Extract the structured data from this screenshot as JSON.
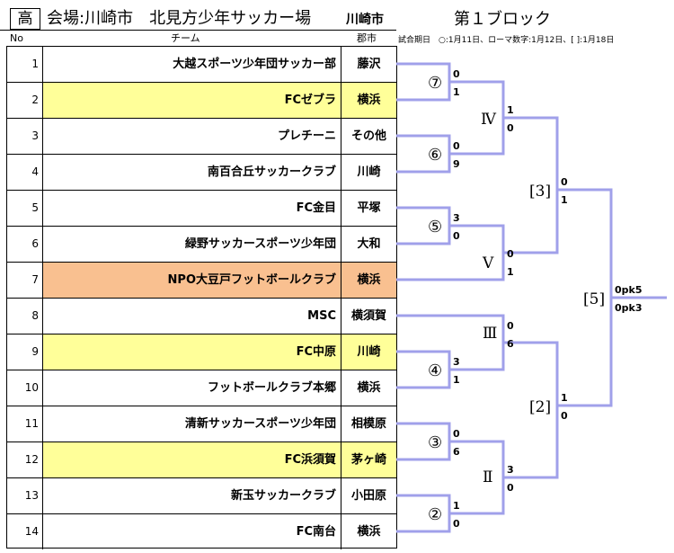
{
  "header": {
    "box_label": "高",
    "title": "会場:川崎市　北見方少年サッカー場",
    "city": "川崎市",
    "block": "第１ブロック"
  },
  "columns": {
    "no": "No",
    "team": "チーム",
    "city": "郡市"
  },
  "legend": "試合期日　○:1月11日、ローマ数字:1月12日、[ ]:1月18日",
  "colors": {
    "highlight_yellow": "#ffff99",
    "highlight_orange": "#f9c090",
    "bracket_line": "#a0a0ea"
  },
  "teams": [
    {
      "no": "1",
      "name": "大越スポーツ少年団サッカー部",
      "city": "藤沢",
      "highlight": "none"
    },
    {
      "no": "2",
      "name": "FCゼブラ",
      "city": "横浜",
      "highlight": "yellow"
    },
    {
      "no": "3",
      "name": "プレチーニ",
      "city": "その他",
      "highlight": "none"
    },
    {
      "no": "4",
      "name": "南百合丘サッカークラブ",
      "city": "川崎",
      "highlight": "none"
    },
    {
      "no": "5",
      "name": "FC金目",
      "city": "平塚",
      "highlight": "none"
    },
    {
      "no": "6",
      "name": "緑野サッカースポーツ少年団",
      "city": "大和",
      "highlight": "none"
    },
    {
      "no": "7",
      "name": "NPO大豆戸フットボールクラブ",
      "city": "横浜",
      "highlight": "orange"
    },
    {
      "no": "8",
      "name": "MSC",
      "city": "横須賀",
      "highlight": "none"
    },
    {
      "no": "9",
      "name": "FC中原",
      "city": "川崎",
      "highlight": "yellow"
    },
    {
      "no": "10",
      "name": "フットボールクラブ本郷",
      "city": "横浜",
      "highlight": "none"
    },
    {
      "no": "11",
      "name": "清新サッカースポーツ少年団",
      "city": "相模原",
      "highlight": "none"
    },
    {
      "no": "12",
      "name": "FC浜須賀",
      "city": "茅ヶ崎",
      "highlight": "yellow"
    },
    {
      "no": "13",
      "name": "新玉サッカークラブ",
      "city": "小田原",
      "highlight": "none"
    },
    {
      "no": "14",
      "name": "FC南台",
      "city": "横浜",
      "highlight": "none"
    }
  ],
  "matches": {
    "m7": {
      "label": "⑦",
      "score_top": "0",
      "score_bottom": "1"
    },
    "m6": {
      "label": "⑥",
      "score_top": "0",
      "score_bottom": "9"
    },
    "m5": {
      "label": "⑤",
      "score_top": "3",
      "score_bottom": "0"
    },
    "m4": {
      "label": "④",
      "score_top": "3",
      "score_bottom": "1"
    },
    "m3": {
      "label": "③",
      "score_top": "0",
      "score_bottom": "6"
    },
    "m2": {
      "label": "②",
      "score_top": "1",
      "score_bottom": "0"
    },
    "rIV": {
      "label": "Ⅳ",
      "score_top": "1",
      "score_bottom": "0"
    },
    "rV": {
      "label": "Ⅴ",
      "score_top": "0",
      "score_bottom": "1"
    },
    "rIII": {
      "label": "Ⅲ",
      "score_top": "0",
      "score_bottom": "6"
    },
    "rII": {
      "label": "Ⅱ",
      "score_top": "3",
      "score_bottom": "0"
    },
    "s3": {
      "label": "[3]",
      "score_top": "0",
      "score_bottom": "1"
    },
    "s2": {
      "label": "[2]",
      "score_top": "1",
      "score_bottom": "0"
    },
    "f5": {
      "label": "[5]",
      "score_top": "0pk5",
      "score_bottom": "0pk3"
    }
  }
}
